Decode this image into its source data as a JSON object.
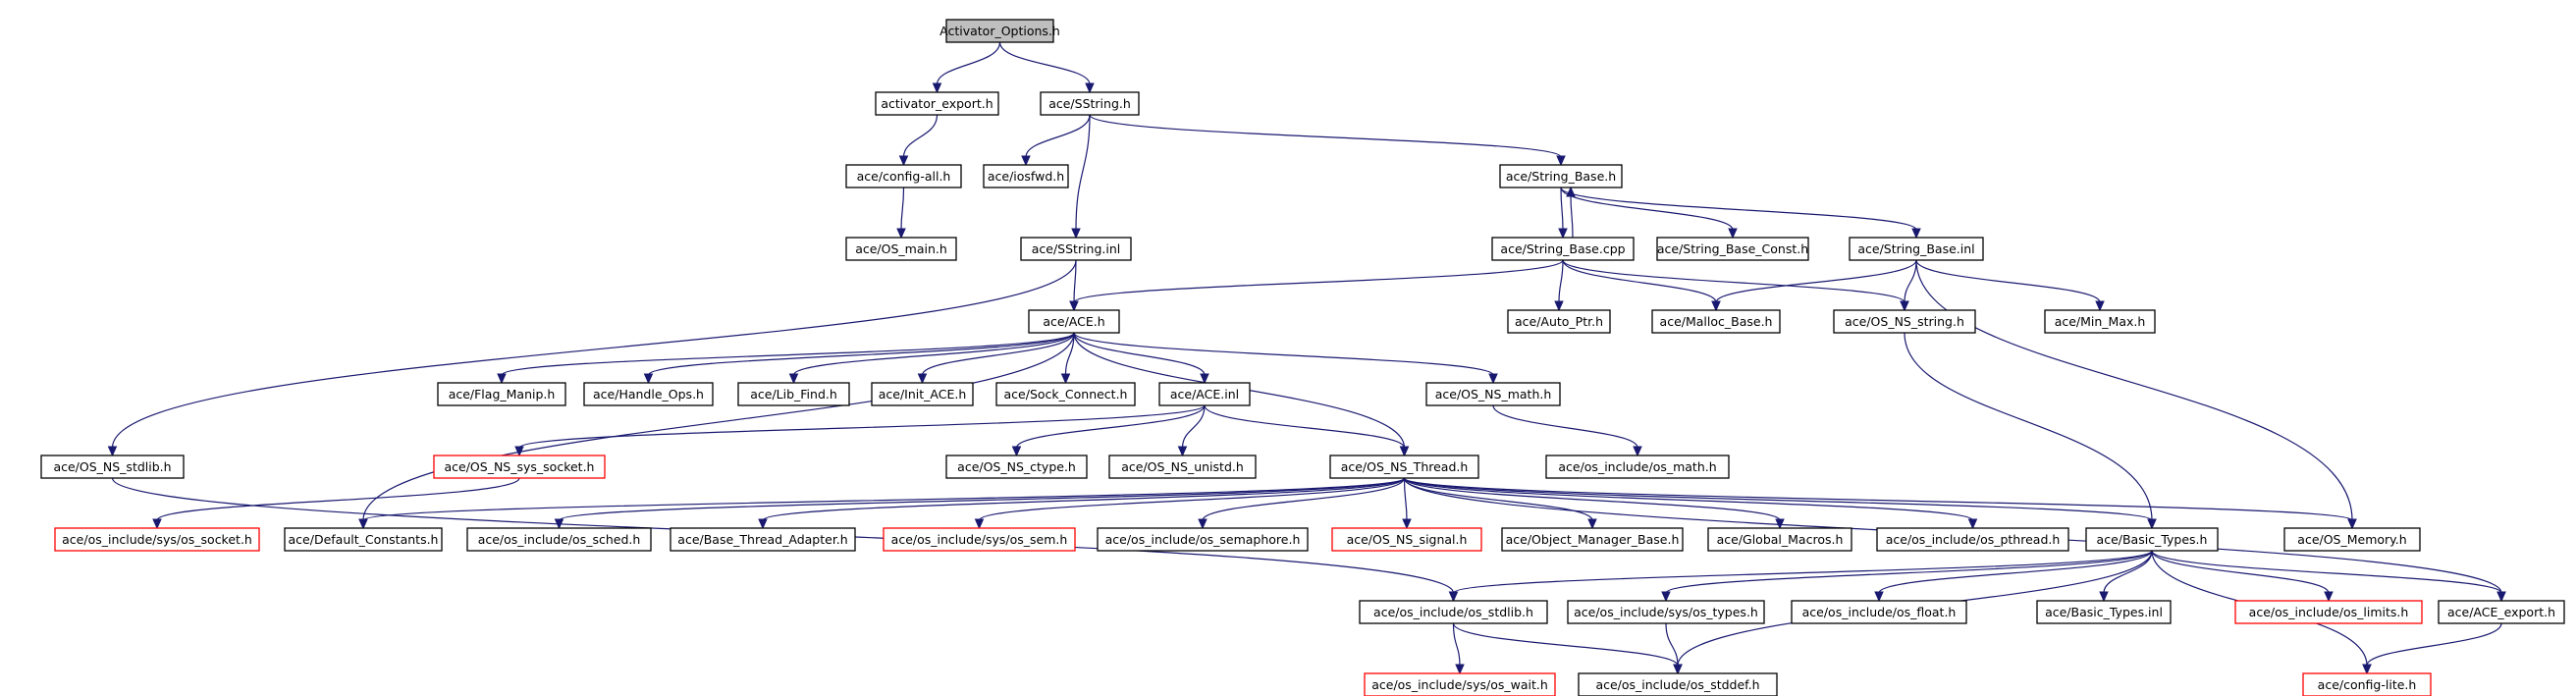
{
  "graph": {
    "root": "Activator_Options.h",
    "nodes": [
      {
        "id": "activator_options",
        "label": "Activator_Options.h",
        "kind": "root"
      },
      {
        "id": "activator_export",
        "label": "activator_export.h",
        "kind": "normal"
      },
      {
        "id": "sstring_h",
        "label": "ace/SString.h",
        "kind": "normal"
      },
      {
        "id": "config_all",
        "label": "ace/config-all.h",
        "kind": "normal"
      },
      {
        "id": "iosfwd",
        "label": "ace/iosfwd.h",
        "kind": "normal"
      },
      {
        "id": "string_base_h",
        "label": "ace/String_Base.h",
        "kind": "normal"
      },
      {
        "id": "os_main",
        "label": "ace/OS_main.h",
        "kind": "normal"
      },
      {
        "id": "sstring_inl",
        "label": "ace/SString.inl",
        "kind": "normal"
      },
      {
        "id": "string_base_cpp",
        "label": "ace/String_Base.cpp",
        "kind": "normal"
      },
      {
        "id": "string_base_const",
        "label": "ace/String_Base_Const.h",
        "kind": "normal"
      },
      {
        "id": "string_base_inl",
        "label": "ace/String_Base.inl",
        "kind": "normal"
      },
      {
        "id": "ace_h",
        "label": "ace/ACE.h",
        "kind": "normal"
      },
      {
        "id": "auto_ptr",
        "label": "ace/Auto_Ptr.h",
        "kind": "normal"
      },
      {
        "id": "malloc_base",
        "label": "ace/Malloc_Base.h",
        "kind": "normal"
      },
      {
        "id": "os_ns_string",
        "label": "ace/OS_NS_string.h",
        "kind": "normal"
      },
      {
        "id": "min_max",
        "label": "ace/Min_Max.h",
        "kind": "normal"
      },
      {
        "id": "flag_manip",
        "label": "ace/Flag_Manip.h",
        "kind": "normal"
      },
      {
        "id": "handle_ops",
        "label": "ace/Handle_Ops.h",
        "kind": "normal"
      },
      {
        "id": "lib_find",
        "label": "ace/Lib_Find.h",
        "kind": "normal"
      },
      {
        "id": "init_ace",
        "label": "ace/Init_ACE.h",
        "kind": "normal"
      },
      {
        "id": "sock_connect",
        "label": "ace/Sock_Connect.h",
        "kind": "normal"
      },
      {
        "id": "ace_inl",
        "label": "ace/ACE.inl",
        "kind": "normal"
      },
      {
        "id": "os_ns_math",
        "label": "ace/OS_NS_math.h",
        "kind": "normal"
      },
      {
        "id": "os_ns_stdlib",
        "label": "ace/OS_NS_stdlib.h",
        "kind": "normal"
      },
      {
        "id": "os_ns_sys_socket",
        "label": "ace/OS_NS_sys_socket.h",
        "kind": "missing"
      },
      {
        "id": "os_ns_ctype",
        "label": "ace/OS_NS_ctype.h",
        "kind": "normal"
      },
      {
        "id": "os_ns_unistd",
        "label": "ace/OS_NS_unistd.h",
        "kind": "normal"
      },
      {
        "id": "os_ns_thread",
        "label": "ace/OS_NS_Thread.h",
        "kind": "normal"
      },
      {
        "id": "os_include_os_math",
        "label": "ace/os_include/os_math.h",
        "kind": "normal"
      },
      {
        "id": "os_include_sys_os_socket",
        "label": "ace/os_include/sys/os_socket.h",
        "kind": "missing"
      },
      {
        "id": "default_constants",
        "label": "ace/Default_Constants.h",
        "kind": "normal"
      },
      {
        "id": "os_include_os_sched",
        "label": "ace/os_include/os_sched.h",
        "kind": "normal"
      },
      {
        "id": "base_thread_adapter",
        "label": "ace/Base_Thread_Adapter.h",
        "kind": "normal"
      },
      {
        "id": "os_include_sys_os_sem",
        "label": "ace/os_include/sys/os_sem.h",
        "kind": "missing"
      },
      {
        "id": "os_include_os_semaphore",
        "label": "ace/os_include/os_semaphore.h",
        "kind": "normal"
      },
      {
        "id": "os_ns_signal",
        "label": "ace/OS_NS_signal.h",
        "kind": "missing"
      },
      {
        "id": "object_manager_base",
        "label": "ace/Object_Manager_Base.h",
        "kind": "normal"
      },
      {
        "id": "global_macros",
        "label": "ace/Global_Macros.h",
        "kind": "normal"
      },
      {
        "id": "os_include_os_pthread",
        "label": "ace/os_include/os_pthread.h",
        "kind": "normal"
      },
      {
        "id": "basic_types_h",
        "label": "ace/Basic_Types.h",
        "kind": "normal"
      },
      {
        "id": "os_memory",
        "label": "ace/OS_Memory.h",
        "kind": "normal"
      },
      {
        "id": "os_include_os_stdlib",
        "label": "ace/os_include/os_stdlib.h",
        "kind": "normal"
      },
      {
        "id": "os_include_sys_os_types",
        "label": "ace/os_include/sys/os_types.h",
        "kind": "normal"
      },
      {
        "id": "os_include_os_float",
        "label": "ace/os_include/os_float.h",
        "kind": "normal"
      },
      {
        "id": "basic_types_inl",
        "label": "ace/Basic_Types.inl",
        "kind": "normal"
      },
      {
        "id": "os_include_os_limits",
        "label": "ace/os_include/os_limits.h",
        "kind": "missing"
      },
      {
        "id": "ace_export",
        "label": "ace/ACE_export.h",
        "kind": "normal"
      },
      {
        "id": "os_include_sys_os_wait",
        "label": "ace/os_include/sys/os_wait.h",
        "kind": "missing"
      },
      {
        "id": "os_include_os_stddef",
        "label": "ace/os_include/os_stddef.h",
        "kind": "normal"
      },
      {
        "id": "config_lite",
        "label": "ace/config-lite.h",
        "kind": "missing"
      }
    ],
    "edges": [
      [
        "activator_options",
        "activator_export"
      ],
      [
        "activator_options",
        "sstring_h"
      ],
      [
        "activator_export",
        "config_all"
      ],
      [
        "config_all",
        "os_main"
      ],
      [
        "sstring_h",
        "iosfwd"
      ],
      [
        "sstring_h",
        "sstring_inl"
      ],
      [
        "sstring_h",
        "string_base_h"
      ],
      [
        "string_base_h",
        "string_base_cpp"
      ],
      [
        "string_base_cpp",
        "string_base_h"
      ],
      [
        "string_base_h",
        "string_base_const"
      ],
      [
        "string_base_h",
        "string_base_inl"
      ],
      [
        "sstring_inl",
        "ace_h"
      ],
      [
        "sstring_inl",
        "os_ns_stdlib"
      ],
      [
        "string_base_cpp",
        "ace_h"
      ],
      [
        "string_base_cpp",
        "auto_ptr"
      ],
      [
        "string_base_cpp",
        "malloc_base"
      ],
      [
        "string_base_cpp",
        "os_ns_string"
      ],
      [
        "string_base_inl",
        "malloc_base"
      ],
      [
        "string_base_inl",
        "os_ns_string"
      ],
      [
        "string_base_inl",
        "min_max"
      ],
      [
        "string_base_inl",
        "os_memory"
      ],
      [
        "ace_h",
        "flag_manip"
      ],
      [
        "ace_h",
        "handle_ops"
      ],
      [
        "ace_h",
        "lib_find"
      ],
      [
        "ace_h",
        "init_ace"
      ],
      [
        "ace_h",
        "sock_connect"
      ],
      [
        "ace_h",
        "ace_inl"
      ],
      [
        "ace_h",
        "os_ns_math"
      ],
      [
        "ace_h",
        "os_ns_thread"
      ],
      [
        "ace_h",
        "default_constants"
      ],
      [
        "os_ns_math",
        "os_include_os_math"
      ],
      [
        "ace_inl",
        "os_ns_sys_socket"
      ],
      [
        "ace_inl",
        "os_ns_ctype"
      ],
      [
        "ace_inl",
        "os_ns_unistd"
      ],
      [
        "ace_inl",
        "os_ns_thread"
      ],
      [
        "os_ns_sys_socket",
        "os_include_sys_os_socket"
      ],
      [
        "os_ns_stdlib",
        "os_include_os_stdlib"
      ],
      [
        "os_ns_string",
        "basic_types_h"
      ],
      [
        "os_ns_thread",
        "default_constants"
      ],
      [
        "os_ns_thread",
        "os_include_os_sched"
      ],
      [
        "os_ns_thread",
        "base_thread_adapter"
      ],
      [
        "os_ns_thread",
        "os_include_sys_os_sem"
      ],
      [
        "os_ns_thread",
        "os_include_os_semaphore"
      ],
      [
        "os_ns_thread",
        "os_ns_signal"
      ],
      [
        "os_ns_thread",
        "object_manager_base"
      ],
      [
        "os_ns_thread",
        "global_macros"
      ],
      [
        "os_ns_thread",
        "os_include_os_pthread"
      ],
      [
        "os_ns_thread",
        "basic_types_h"
      ],
      [
        "os_ns_thread",
        "os_memory"
      ],
      [
        "os_ns_thread",
        "ace_export"
      ],
      [
        "basic_types_h",
        "os_include_os_stdlib"
      ],
      [
        "basic_types_h",
        "os_include_sys_os_types"
      ],
      [
        "basic_types_h",
        "os_include_os_float"
      ],
      [
        "basic_types_h",
        "basic_types_inl"
      ],
      [
        "basic_types_h",
        "os_include_os_limits"
      ],
      [
        "basic_types_h",
        "ace_export"
      ],
      [
        "basic_types_h",
        "os_include_os_stddef"
      ],
      [
        "basic_types_h",
        "config_lite"
      ],
      [
        "os_include_os_stdlib",
        "os_include_sys_os_wait"
      ],
      [
        "os_include_os_stdlib",
        "os_include_os_stddef"
      ],
      [
        "os_include_sys_os_types",
        "os_include_os_stddef"
      ],
      [
        "ace_export",
        "config_lite"
      ]
    ]
  },
  "colors": {
    "edge": "#191970",
    "node_border": "#000000",
    "missing_border": "#ff0000",
    "root_fill": "#bfbfbf",
    "background": "#ffffff"
  }
}
